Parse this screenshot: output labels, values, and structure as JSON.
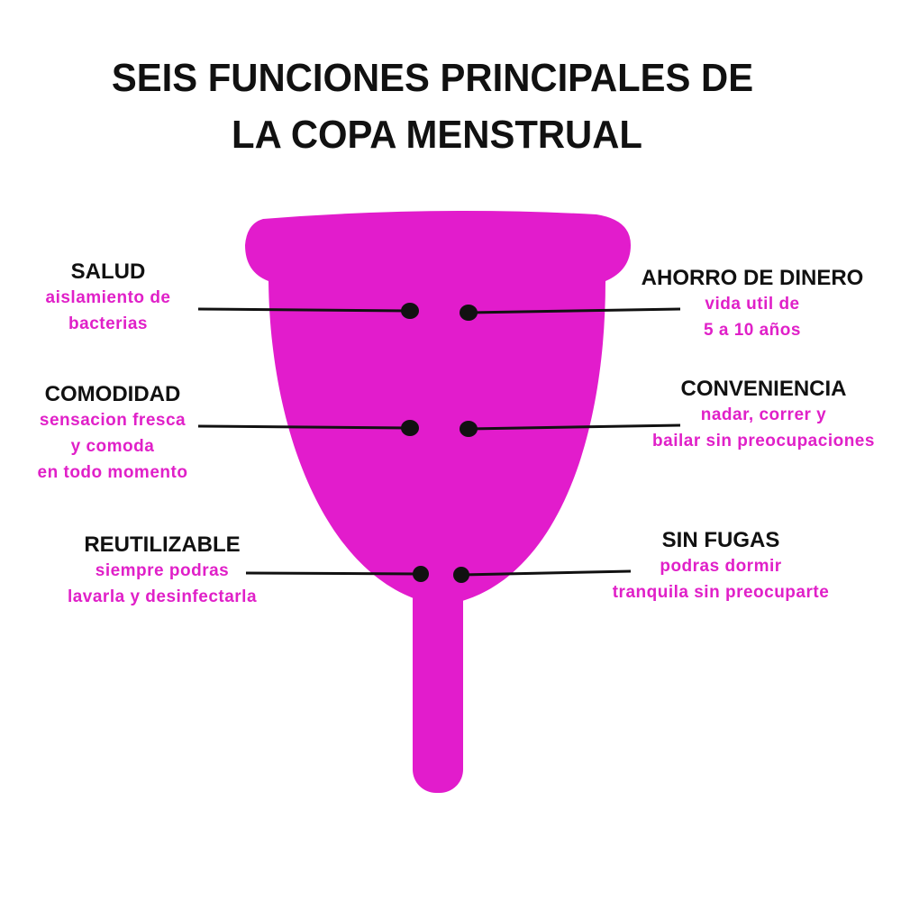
{
  "title": {
    "line1": "SEIS FUNCIONES PRINCIPALES DE",
    "line2": "LA COPA MENSTRUAL"
  },
  "colors": {
    "cup": "#e21ccc",
    "text_accent": "#e020c8",
    "text": "#111111"
  },
  "functions": [
    {
      "title": "SALUD",
      "desc1": "aislamiento de",
      "desc2": "bacterias"
    },
    {
      "title": "COMODIDAD",
      "desc1": "sensacion fresca",
      "desc2": "y comoda",
      "desc3": "en todo momento"
    },
    {
      "title": "REUTILIZABLE",
      "desc1": "siempre podras",
      "desc2": "lavarla y desinfectarla"
    },
    {
      "title": "AHORRO DE DINERO",
      "desc1": "vida util de",
      "desc2": "5 a 10 años"
    },
    {
      "title": "CONVENIENCIA",
      "desc1": "nadar, correr y",
      "desc2": "bailar sin preocupaciones"
    },
    {
      "title": "SIN FUGAS",
      "desc1": "podras dormir",
      "desc2": "tranquila sin preocuparte"
    }
  ]
}
